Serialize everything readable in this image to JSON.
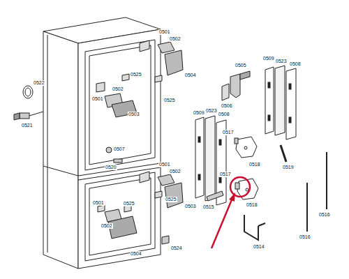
{
  "diagram": {
    "labels": [
      "0501",
      "0502",
      "0504",
      "0525",
      "0501",
      "0502",
      "0503",
      "0525",
      "0522",
      "0521",
      "0507",
      "0520",
      "0501",
      "0502",
      "0525",
      "0503",
      "0501",
      "0525",
      "0502",
      "0504",
      "0524",
      "0505",
      "0506",
      "0509",
      "0523",
      "0508",
      "0509",
      "0523",
      "0508",
      "0517",
      "0518",
      "0519",
      "0517",
      "0518",
      "0515",
      "0514",
      "0516",
      "0516"
    ]
  }
}
